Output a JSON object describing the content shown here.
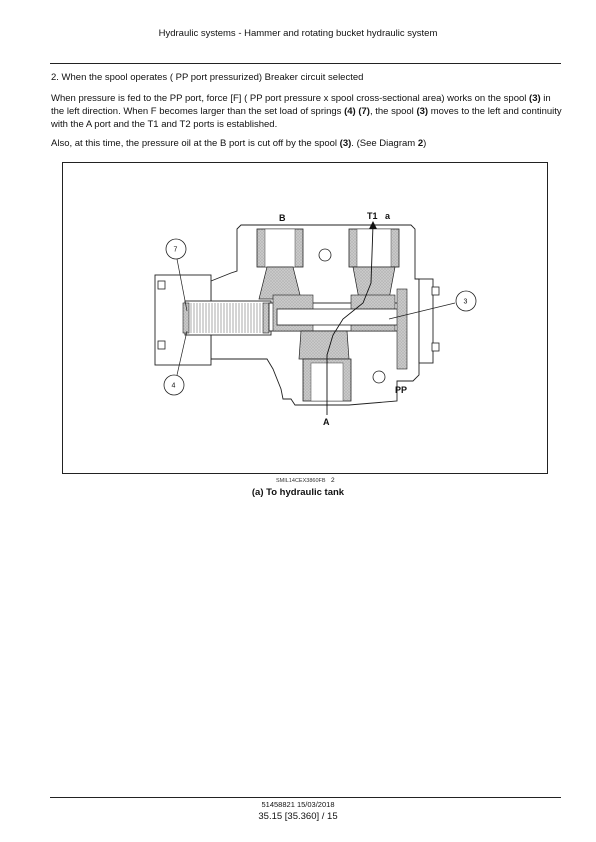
{
  "header": {
    "title": "Hydraulic systems - Hammer and rotating bucket hydraulic system"
  },
  "section": {
    "heading": "2.  When the spool operates ( PP port pressurized) Breaker circuit selected"
  },
  "paragraph_1": {
    "text_a": "When pressure is fed to the PP port, force [F] ( PP port pressure x spool cross-sectional area) works on the spool ",
    "ref_a": "(3)",
    "text_b": " in the left direction.  When F becomes larger than the set load of springs ",
    "ref_b": "(4) (7)",
    "text_c": ", the spool ",
    "ref_c": "(3)",
    "text_d": " moves to the left and continuity with the A port and the T1 and T2 ports is established."
  },
  "paragraph_2": {
    "text_a": "Also, at this time, the pressure oil at the B port is cut off by the spool ",
    "ref_a": "(3)",
    "text_b": ".  (See Diagram ",
    "ref_b": "2",
    "text_c": ")"
  },
  "figure": {
    "port_b": "B",
    "port_t1": "T1",
    "port_a_small": "a",
    "port_a": "A",
    "port_pp": "PP",
    "callout_7": "7",
    "callout_4": "4",
    "callout_3": "3",
    "code": "SMIL14CEX3860FB",
    "number": "2",
    "caption": "(a) To hydraulic tank"
  },
  "footer": {
    "doc_id": "51458821 15/03/2018",
    "page_ref": "35.15 [35.360] / 15"
  }
}
